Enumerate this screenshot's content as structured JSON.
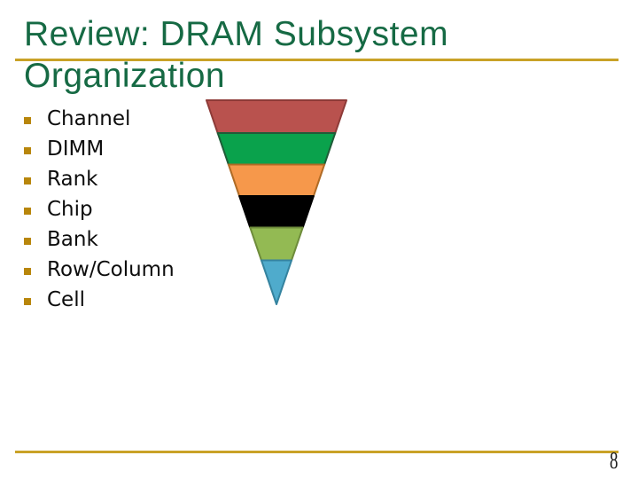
{
  "slide": {
    "title": {
      "line1": "Review: DRAM Subsystem",
      "line2": "Organization",
      "color": "#166a44"
    },
    "rules": {
      "color": "#c9a227"
    },
    "page_number": "8"
  },
  "bullets": {
    "marker_color": "#b8860b",
    "items": [
      "Channel",
      "DIMM",
      "Rank",
      "Chip",
      "Bank",
      "Row/Column",
      "Cell"
    ]
  },
  "funnel": {
    "layers": [
      {
        "fill": "#b9524e",
        "stroke": "#8e3b38"
      },
      {
        "fill": "#0aa24c",
        "stroke": "#1f5c38"
      },
      {
        "fill": "#f6984b",
        "stroke": "#b06b25"
      },
      {
        "fill": "#000000",
        "stroke": "#000000"
      },
      {
        "fill": "#93ba53",
        "stroke": "#6e8c3b"
      },
      {
        "fill": "#4fabcc",
        "stroke": "#35839f"
      }
    ]
  }
}
